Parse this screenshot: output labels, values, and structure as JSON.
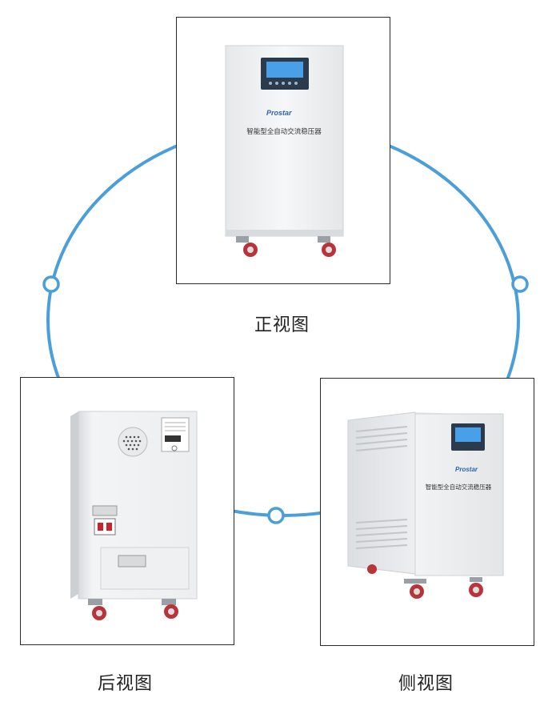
{
  "captions": {
    "front": "正视图",
    "back": "后视图",
    "side": "侧视图"
  },
  "product": {
    "brand": "Prostar",
    "name_cn": "智能型全自动交流稳压器"
  },
  "colors": {
    "ring": "#4a9fd8",
    "frame": "#2a2a2a",
    "brand": "#2f62ad",
    "cabinet": "#f1f2f3"
  }
}
